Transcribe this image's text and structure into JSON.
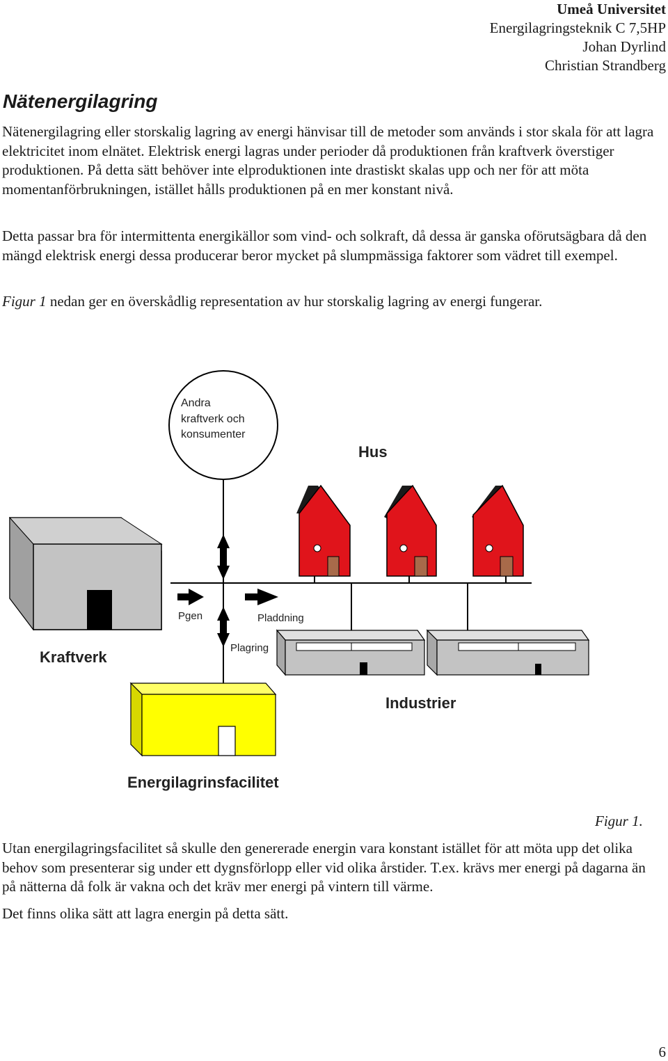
{
  "header": {
    "university": "Umeå Universitet",
    "course": "Energilagringsteknik C 7,5HP",
    "author1": "Johan Dyrlind",
    "author2": "Christian Strandberg"
  },
  "heading": "Nätenergilagring",
  "paragraphs": {
    "p1": "Nätenergilagring eller storskalig lagring av energi hänvisar till de metoder som används i stor skala för att lagra elektricitet inom elnätet. Elektrisk energi lagras under perioder då produktionen från kraftverk överstiger produktionen. På detta sätt behöver inte elproduktionen inte drastiskt skalas upp och ner för att möta momentanförbrukningen, istället hålls produktionen på en mer konstant nivå.",
    "p2": "Detta passar bra för intermittenta energikällor som vind- och solkraft, då dessa är ganska oförutsägbara då den mängd elektrisk energi dessa producerar beror mycket på slumpmässiga faktorer som vädret till exempel.",
    "p3_ref": "Figur 1",
    "p3_rest": " nedan ger en överskådlig representation av hur storskalig lagring av energi fungerar.",
    "p4": "Utan energilagringsfacilitet så skulle den genererade energin vara konstant istället för att möta upp det olika behov som presenterar sig under ett dygnsförlopp eller vid olika årstider. T.ex. krävs mer energi på dagarna än på nätterna då folk är vakna och det kräv mer energi på vintern till värme.",
    "p5": "Det finns olika sätt att lagra energin på detta sätt."
  },
  "figure": {
    "circle_line1": "Andra",
    "circle_line2": "kraftverk och",
    "circle_line3": "konsumenter",
    "hus_label": "Hus",
    "kraftverk_label": "Kraftverk",
    "pgen_label": "Pgen",
    "pladdning_label": "Pladdning",
    "plagring_label": "Plagring",
    "industrier_label": "Industrier",
    "storage_label": "Energilagrinsfacilitet",
    "caption": "Figur 1.",
    "colors": {
      "house_red": "#e0141b",
      "roof_black": "#1a1a1a",
      "door_brown": "#a86a4a",
      "kraftverk_gray": "#c3c3c3",
      "storage_yellow": "#ffff00",
      "industry_gray": "#c3c3c3"
    }
  },
  "page_number": "6"
}
